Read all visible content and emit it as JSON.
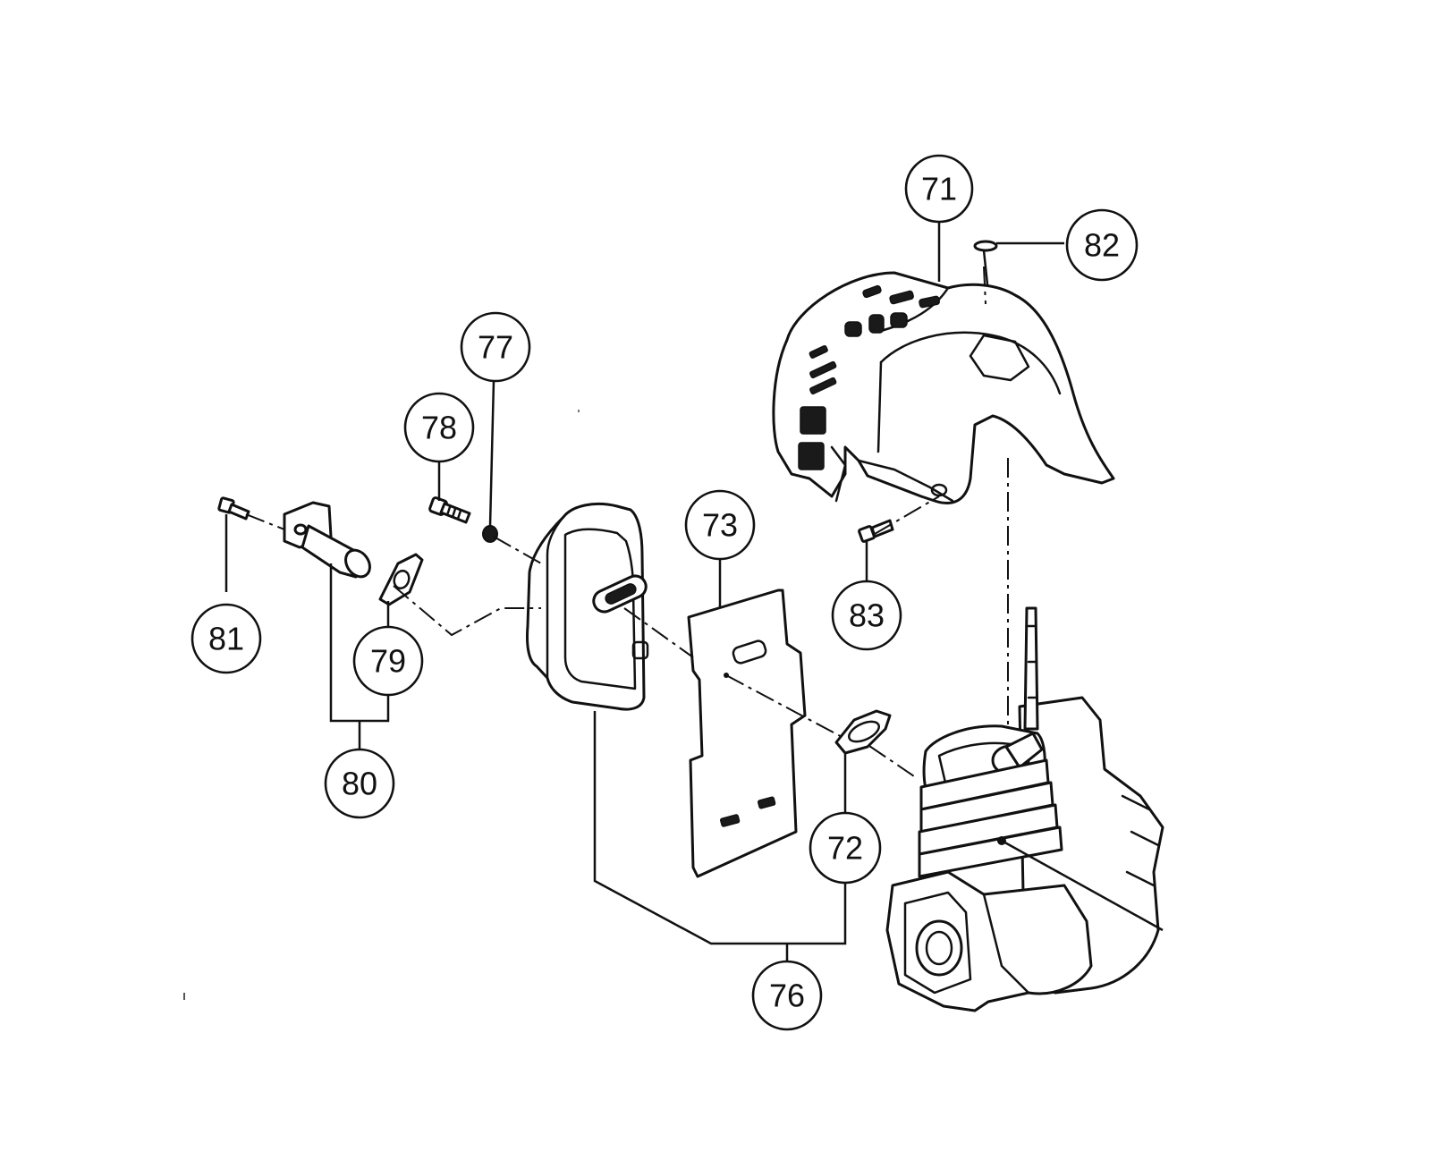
{
  "diagram": {
    "callouts": {
      "c71": "71",
      "c72": "72",
      "c73": "73",
      "c76": "76",
      "c77": "77",
      "c78": "78",
      "c79": "79",
      "c80": "80",
      "c81": "81",
      "c82": "82",
      "c83": "83"
    },
    "colors": {
      "line": "#111111",
      "background": "#ffffff"
    }
  }
}
